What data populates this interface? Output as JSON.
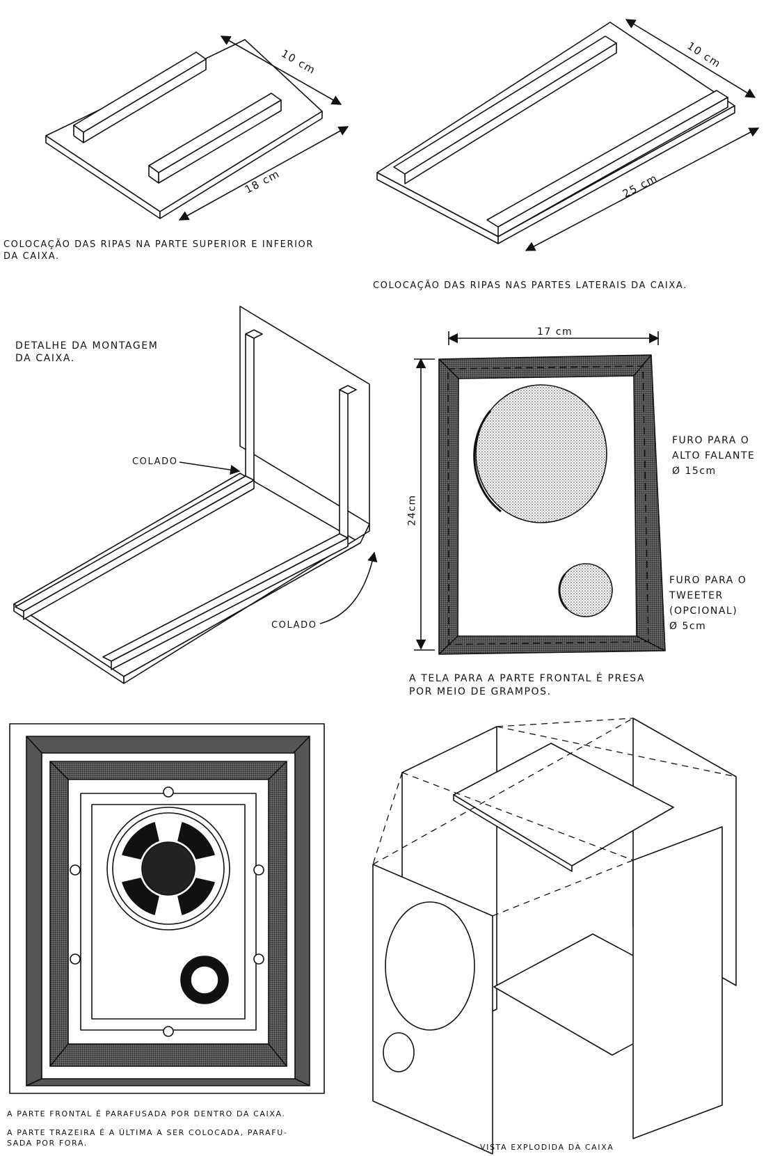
{
  "panel1": {
    "dim_width": "10 cm",
    "dim_length": "18 cm",
    "caption": "COLOCAÇÃO DAS RIPAS NA PARTE SUPERIOR E INFERIOR\nDA CAIXA."
  },
  "panel2": {
    "dim_width": "10 cm",
    "dim_length": "25 cm",
    "caption": "COLOCAÇÃO DAS RIPAS NAS PARTES LATERAIS DA CAIXA."
  },
  "panel3": {
    "title": "DETALHE DA MONTAGEM\nDA CAIXA.",
    "glued_label_1": "COLADO",
    "glued_label_2": "COLADO"
  },
  "panel4": {
    "dim_width": "17 cm",
    "dim_height": "24cm",
    "speaker_hole_label": "FURO PARA O\nALTO FALANTE\nØ 15cm",
    "tweeter_hole_label": "FURO PARA O\nTWEETER\n(OPCIONAL)\nØ 5cm",
    "caption": "A TELA PARA A PARTE FRONTAL É PRESA\nPOR MEIO DE GRAMPOS."
  },
  "panel5": {
    "caption_1": "A PARTE FRONTAL É PARAFUSADA POR DENTRO DA CAIXA.",
    "caption_2": "A PARTE TRAZEIRA É A ÚLTIMA A SER COLOCADA, PARAFU-\nSADA POR FORA."
  },
  "panel6": {
    "caption": "VISTA EXPLODIDA DA CAIXA"
  },
  "colors": {
    "ink": "#111111",
    "paper": "#ffffff",
    "fabric": "#4a4a4a",
    "stipple": "#bdbdbd"
  }
}
